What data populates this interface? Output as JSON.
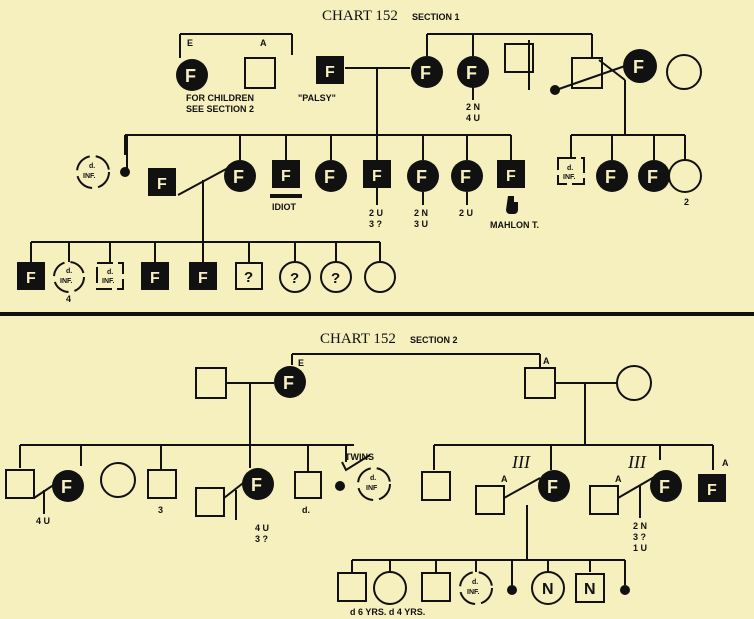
{
  "section1": {
    "title": "CHART  152",
    "section": "SECTION 1",
    "gen1": {
      "f_letter": "F",
      "e_tag": "E",
      "a_tag": "A",
      "children_note_line1": "FOR CHILDREN",
      "children_note_line2": "SEE SECTION 2",
      "palsy": "\"PALSY\"",
      "count1": "2 N",
      "count2": "4 U"
    },
    "gen2": {
      "d_inf": "d.",
      "inf": "INF.",
      "idiot": "IDIOT",
      "n1a": "2 U",
      "n1b": "3 ?",
      "n2a": "2 N",
      "n2b": "3 U",
      "n3": "2 U",
      "mahlon": "MAHLON T.",
      "right_count": "2"
    },
    "gen3": {
      "q": "?",
      "inf_count": "4"
    }
  },
  "section2": {
    "title": "CHART  152",
    "section": "SECTION 2",
    "e_tag": "E",
    "a_tag": "A",
    "twins": "TWINS",
    "l_count": "4 U",
    "three": "3",
    "d": "d.",
    "mid_a": "4 U",
    "mid_b": "3 ?",
    "gen_mark": "III",
    "r_a": "2 N",
    "r_b": "3 ?",
    "r_c": "1 U",
    "n_letter": "N",
    "bottom_note": "d 6 YRS. d 4 YRS."
  }
}
